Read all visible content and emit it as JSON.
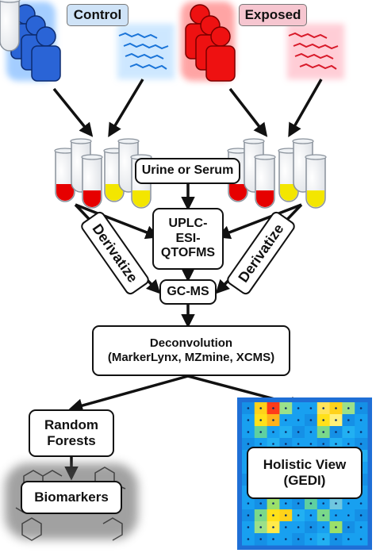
{
  "groups": {
    "control": {
      "label": "Control",
      "color": "#1f5fd0",
      "tag_bg": "#cfe3f7"
    },
    "exposed": {
      "label": "Exposed",
      "color": "#e01010",
      "tag_bg": "#f6c6d0"
    }
  },
  "colors": {
    "red_sample": "#e60000",
    "yellow_sample": "#f3e600",
    "heatmap_frame": "#1f6fd6",
    "heatmap_base": "#18a0f0"
  },
  "icons": [
    "person-group-icon",
    "molecule-strand-icon",
    "test-tube-icon",
    "chemical-structure-icon",
    "heatmap-icon"
  ],
  "nodes": {
    "sample": "Urine or Serum",
    "uplc": "UPLC-ESI-QTOFMS",
    "uplc_line1": "UPLC-",
    "uplc_line2": "ESI-",
    "uplc_line3": "QTOFMS",
    "derivatize_left": "Derivatize",
    "derivatize_right": "Derivatize",
    "gcms": "GC-MS",
    "deconv_title": "Deconvolution",
    "deconv_tools": "(MarkerLynx, MZmine, XCMS)",
    "rf_line1": "Random",
    "rf_line2": "Forests",
    "biomarkers": "Biomarkers",
    "holistic_line1": "Holistic View",
    "holistic_line2": "(GEDI)"
  }
}
